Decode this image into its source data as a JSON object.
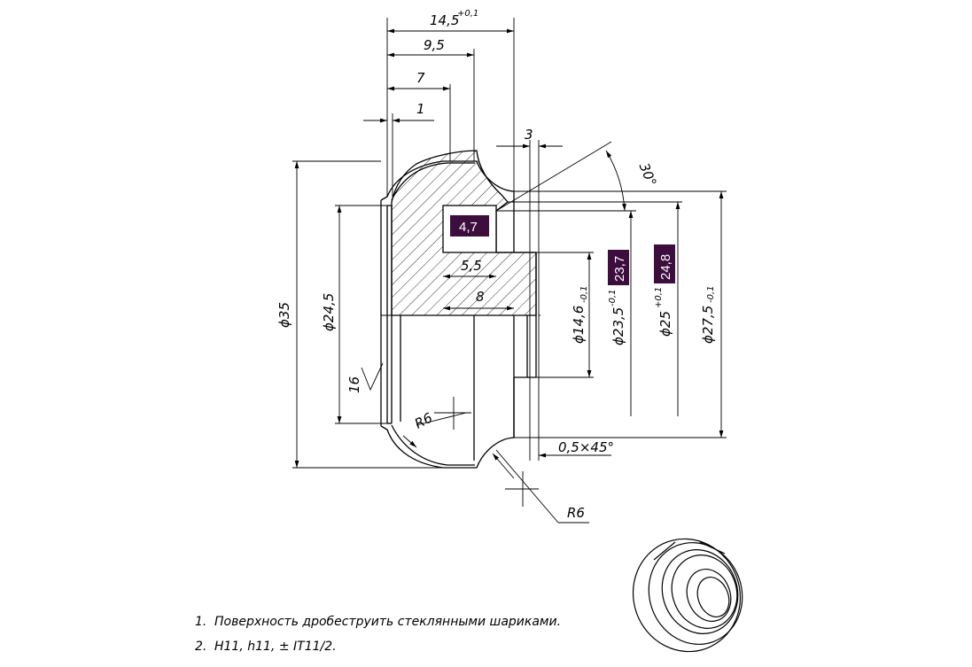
{
  "dimensions": {
    "d_14_5": "14,5",
    "d_14_5_tol": "+0,1",
    "d_9_5": "9,5",
    "d_7": "7",
    "d_1": "1",
    "d_3": "3",
    "angle_30": "30°",
    "d_35": "ϕ35",
    "d_24_5": "ϕ24,5",
    "rough_16": "16",
    "r6_inner": "R6",
    "r6_outer": "R6",
    "d_5_5": "5,5",
    "d_8": "8",
    "d_14_6": "ϕ14,6",
    "d_14_6_tol": "-0,1",
    "d_23_5": "ϕ23,5",
    "d_23_5_tol": "-0,1",
    "d_25": "ϕ25",
    "d_25_tol": "+0,1",
    "d_27_5": "ϕ27,5",
    "d_27_5_tol": "-0,1",
    "chamfer": "0,5×45°"
  },
  "badges": {
    "b_4_7": "4,7",
    "b_23_7": "23,7",
    "b_24_8": "24,8"
  },
  "colors": {
    "badge_fill": "#3d0d3d",
    "line": "#000000"
  },
  "notes": [
    {
      "num": "1.",
      "text": "Поверхность дробеструить стеклянными шариками."
    },
    {
      "num": "2.",
      "text": "H11, h11, ± IT11/2."
    }
  ]
}
